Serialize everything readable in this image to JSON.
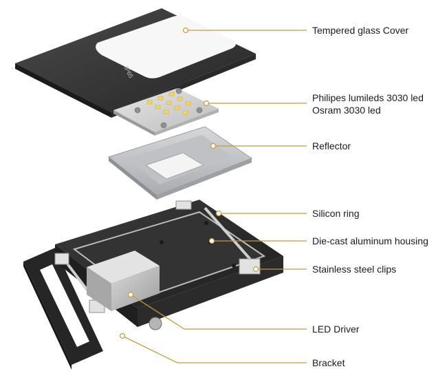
{
  "cover": {
    "badge": "IP65"
  },
  "labels": [
    {
      "id": "glass-cover",
      "text": "Tempered glass Cover"
    },
    {
      "id": "led-line1",
      "text": "Philipes lumileds 3030 led"
    },
    {
      "id": "led-line2",
      "text": "Osram 3030 led"
    },
    {
      "id": "reflector",
      "text": "Reflector"
    },
    {
      "id": "silicon-ring",
      "text": "Silicon ring"
    },
    {
      "id": "housing",
      "text": "Die-cast aluminum housing"
    },
    {
      "id": "clips",
      "text": "Stainless steel clips"
    },
    {
      "id": "driver",
      "text": "LED Driver"
    },
    {
      "id": "bracket",
      "text": "Bracket"
    }
  ],
  "colors": {
    "leader": "#c49a3a",
    "dot": "#ffffff",
    "body": "#2e2e2e",
    "metal": "#c7c8ca",
    "led": "#f3d36b"
  }
}
